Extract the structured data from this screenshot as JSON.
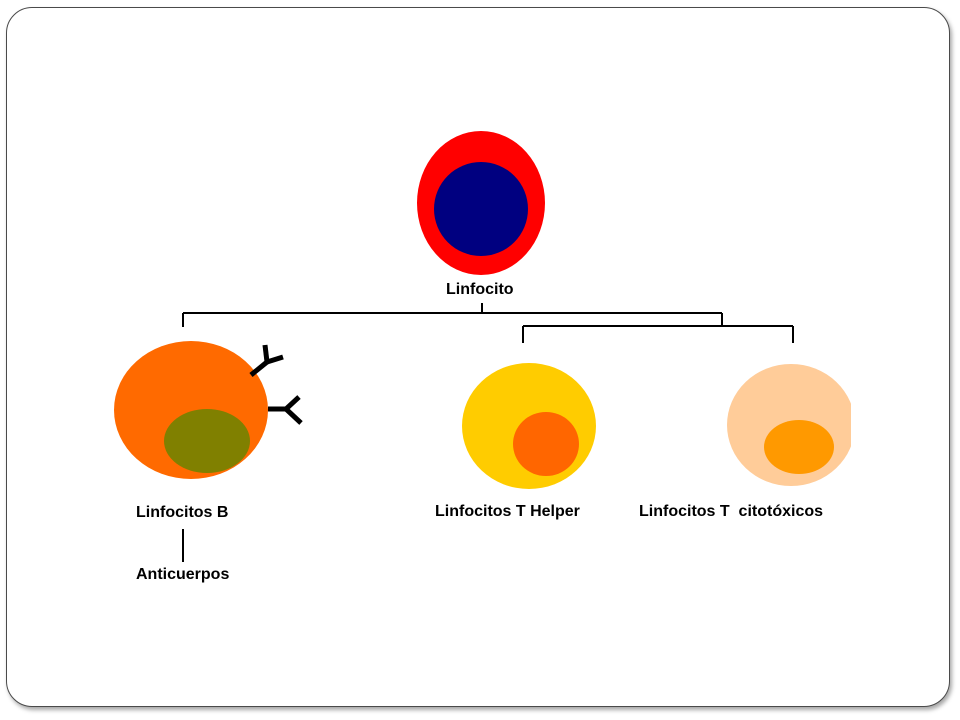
{
  "diagram": {
    "root": {
      "label": "Linfocito"
    },
    "b_cell": {
      "label": "Linfocitos B",
      "product": "Anticuerpos"
    },
    "t_helper": {
      "label": "Linfocitos T Helper"
    },
    "t_cytotoxic": {
      "label": "Linfocitos T  citotóxicos"
    }
  },
  "colors": {
    "root_cytoplasm": "#ff0000",
    "root_nucleus": "#000080",
    "b_cytoplasm": "#ff6a00",
    "b_nucleus": "#808000",
    "helper_cytoplasm": "#ffcc00",
    "helper_nucleus": "#ff6600",
    "cytotoxic_cytoplasm": "#ffcc99",
    "cytotoxic_nucleus": "#ff9900",
    "lines": "#000000"
  },
  "icons": [
    "antibody-icon",
    "antibody-icon"
  ]
}
